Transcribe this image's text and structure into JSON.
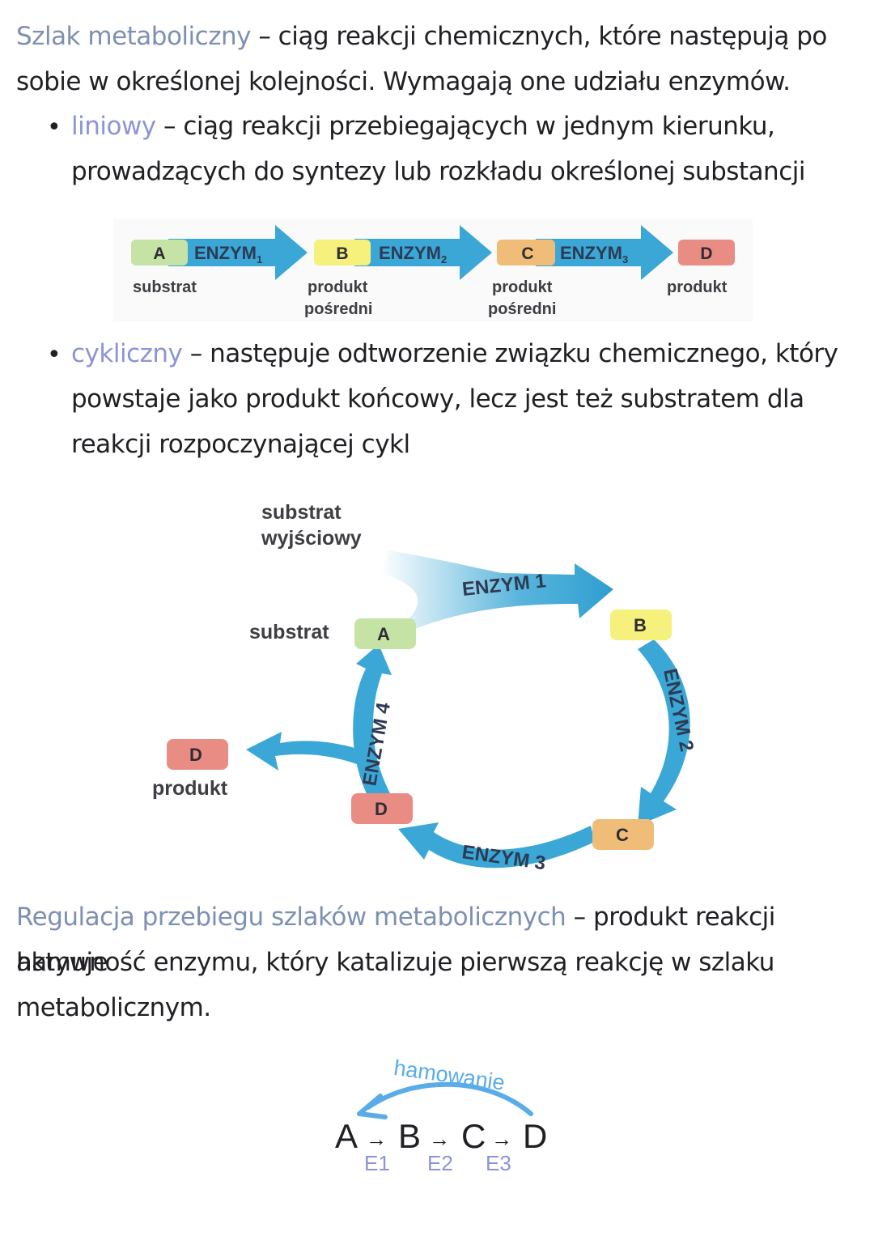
{
  "section1": {
    "term": "Szlak metaboliczny",
    "def_line1": " – ciąg reakcji chemicznych, które następują po",
    "def_line2": "sobie w określonej kolejności. Wymagają one udziału enzymów."
  },
  "linear": {
    "term": "liniowy",
    "def_line1": " – ciąg reakcji przebiegających w jednym kierunku,",
    "def_line2": "prowadzących do syntezy lub rozkładu określonej substancji"
  },
  "linear_diagram": {
    "box_a": "A",
    "box_b": "B",
    "box_c": "C",
    "box_d": "D",
    "enzym1": "ENZYM",
    "sub1": "1",
    "enzym2": "ENZYM",
    "sub2": "2",
    "enzym3": "ENZYM",
    "sub3": "3",
    "label_substrat": "substrat",
    "label_produkt1_l1": "produkt",
    "label_produkt1_l2": "pośredni",
    "label_produkt2_l1": "produkt",
    "label_produkt2_l2": "pośredni",
    "label_produkt_final": "produkt",
    "colors": {
      "a": "#c6e3a6",
      "b": "#f6f07c",
      "c": "#f0bd78",
      "d": "#e98c84",
      "arrow": "#3aa7d6"
    }
  },
  "cyclic": {
    "term": "cykliczny",
    "def_line1": " – następuje odtworzenie związku chemicznego, który",
    "def_line2": "powstaje jako produkt końcowy, lecz jest też substratem dla",
    "def_line3": "reakcji rozpoczynającej cykl"
  },
  "cycle_diagram": {
    "substrat_wyjsciowy_l1": "substrat",
    "substrat_wyjsciowy_l2": "wyjściowy",
    "substrat": "substrat",
    "produkt": "produkt",
    "box_a": "A",
    "box_b": "B",
    "box_c": "C",
    "box_d_cycle": "D",
    "box_d_out": "D",
    "enzym1": "ENZYM 1",
    "enzym2": "ENZYM 2",
    "enzym3": "ENZYM 3",
    "enzym4": "ENZYM 4"
  },
  "regulation": {
    "term": "Regulacja przebiegu szlaków metabolicznych",
    "def_line1": " – produkt reakcji hamuje",
    "def_line2": "aktywność enzymu, który katalizuje pierwszą reakcję w szlaku",
    "def_line3": "metabolicznym."
  },
  "inhibition": {
    "label": "hamowanie",
    "chain": [
      "A",
      "B",
      "C",
      "D"
    ],
    "arrow": "→",
    "enzymes": [
      "E1",
      "E2",
      "E3"
    ]
  }
}
